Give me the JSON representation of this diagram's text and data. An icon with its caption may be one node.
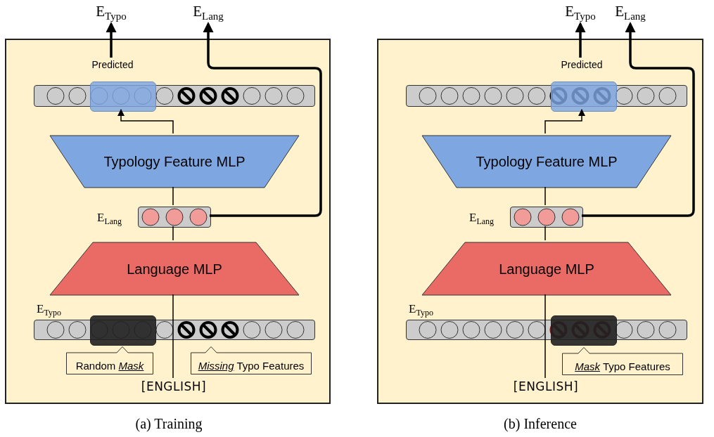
{
  "diagram": {
    "nodes": [
      {
        "text": [],
        "shape": "box",
        "beside": [
          "(a) Training"
        ]
      },
      {
        "text": [
          "E$_{Typo}$"
        ]
      },
      {
        "text": [
          "E$_{Lang}$"
        ]
      },
      {
        "text": [
          "Predicted"
        ],
        "in": 0
      },
      {
        "text": [],
        "shape": "bar",
        "in": 0
      },
      {
        "text": [],
        "shape": "box",
        "in": 4
      },
      {
        "text": [
          "Typology Feature MLP"
        ],
        "in": 0
      },
      {
        "text": [],
        "shape": "bar",
        "in": 0,
        "beside": [
          "E$_{Lang}$"
        ]
      },
      {
        "text": [
          "Language MLP"
        ],
        "in": 0
      },
      {
        "text": [],
        "shape": "bar",
        "in": 0,
        "beside": [
          "E$_{Typo}$"
        ]
      },
      {
        "text": [],
        "shape": "box",
        "in": 9
      },
      {
        "text": [
          "Random *Mask*"
        ],
        "in": 0
      },
      {
        "text": [
          "*Missing* Typo Features"
        ],
        "in": 0
      },
      {
        "text": [
          "[ENGLISH]"
        ],
        "in": 0
      },
      {
        "text": [],
        "shape": "box",
        "beside": [
          "(b) Inference"
        ]
      },
      {
        "text": [
          "E$_{Typo}$"
        ]
      },
      {
        "text": [
          "E$_{Lang}$"
        ]
      },
      {
        "text": [
          "Predicted"
        ],
        "in": 14
      },
      {
        "text": [],
        "shape": "bar",
        "in": 14
      },
      {
        "text": [],
        "shape": "box",
        "in": 18
      },
      {
        "text": [
          "Typology Feature MLP"
        ],
        "in": 14
      },
      {
        "text": [],
        "shape": "bar",
        "in": 14,
        "beside": [
          "E$_{Lang}$"
        ]
      },
      {
        "text": [
          "Language MLP"
        ],
        "in": 14
      },
      {
        "text": [],
        "shape": "bar",
        "in": 14,
        "beside": [
          "E$_{Typo}$"
        ]
      },
      {
        "text": [],
        "shape": "box",
        "in": 23
      },
      {
        "text": [
          "*Mask* Typo Features"
        ],
        "in": 14
      },
      {
        "text": [
          "[ENGLISH]"
        ],
        "in": 14
      }
    ],
    "edges": [
      {
        "from": 13,
        "to": 8,
        "arrow": "none"
      },
      {
        "from": 8,
        "to": 7,
        "arrow": "none"
      },
      {
        "from": 7,
        "to": 6,
        "arrow": "none"
      },
      {
        "from": 6,
        "to": 5,
        "arrow": "to"
      },
      {
        "from": 3,
        "to": 1,
        "arrow": "to",
        "style": "thick"
      },
      {
        "from": 7,
        "to": 2,
        "arrow": "to",
        "style": "thick"
      },
      {
        "from": 26,
        "to": 22,
        "arrow": "none"
      },
      {
        "from": 22,
        "to": 21,
        "arrow": "none"
      },
      {
        "from": 21,
        "to": 20,
        "arrow": "none"
      },
      {
        "from": 20,
        "to": 19,
        "arrow": "to"
      },
      {
        "from": 17,
        "to": 15,
        "arrow": "to",
        "style": "thick"
      },
      {
        "from": 21,
        "to": 16,
        "arrow": "to",
        "style": "thick"
      }
    ]
  }
}
